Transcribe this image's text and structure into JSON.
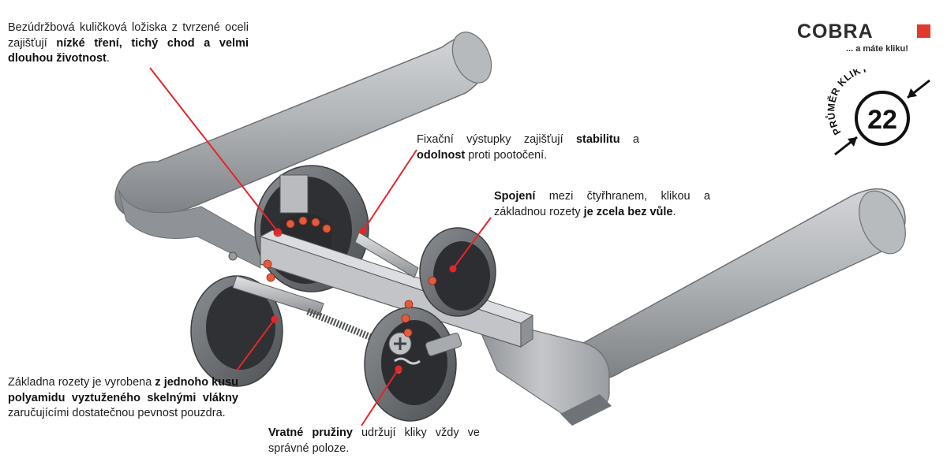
{
  "logo": {
    "wordmark": "COBRA",
    "tagline": "... a máte kliku!",
    "accent_color": "#e03a2e"
  },
  "badge": {
    "label": "PRŮMĚR KLIKY",
    "value": "22"
  },
  "callouts": {
    "bearings": {
      "t1": "Bezúdržbová kuličková ložiska z tvrzené oceli zajišťují ",
      "b1": "nízké tření, tichý chod a velmi dlouhou životnost",
      "t2": "."
    },
    "fixation": {
      "t1": "Fixační výstupky zajišťují ",
      "b1": "stabilitu",
      "t2": " a ",
      "b2": "odolnost",
      "t3": " proti pootočení."
    },
    "connection": {
      "b1": "Spojení",
      "t1": " mezi čtyřhranem, klikou a základnou rozety ",
      "b2": "je zcela bez vůle",
      "t2": "."
    },
    "base": {
      "t1": "Základna rozety je vyrobena ",
      "b1": "z jednoho kusu polyamidu vyztuženého skelnými vlákny",
      "t2": " zaručujícími dostatečnou pevnost pouzdra."
    },
    "springs": {
      "b1": "Vratné pružiny",
      "t1": " udržují kliky vždy ve správné poloze."
    }
  },
  "colors": {
    "leader_line": "#e3262b",
    "handle_light": "#b9bbbe",
    "handle_dark": "#7f8286",
    "rosette": "#6e7175",
    "body": "#2b2c2e"
  }
}
